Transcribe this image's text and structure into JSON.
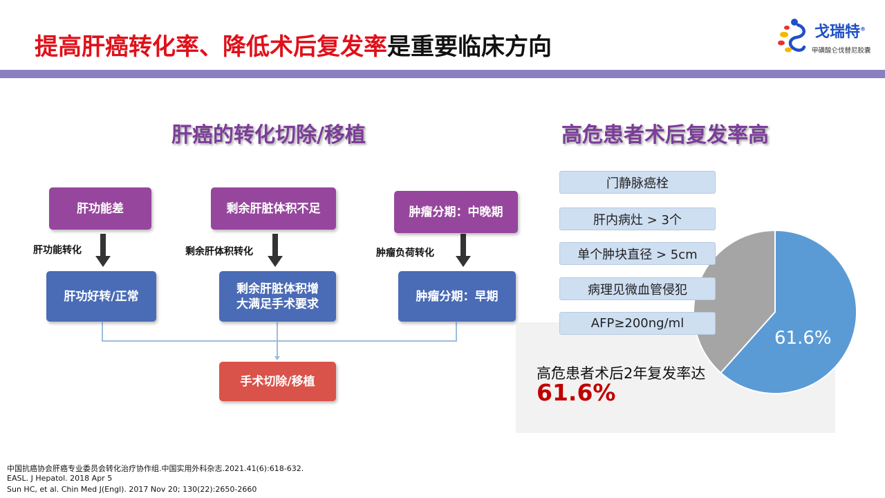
{
  "header": {
    "title_red": "提高肝癌转化率、降低术后复发率",
    "title_black": "是重要临床方向"
  },
  "logo": {
    "name": "戈瑞特",
    "registered": "®",
    "subtitle": "甲磺酸仑伐替尼胶囊"
  },
  "left_section": {
    "heading": "肝癌的转化切除/移植",
    "columns": [
      {
        "problem": "肝功能差",
        "transform_label": "肝功能转化",
        "outcome": "肝功好转/正常"
      },
      {
        "problem": "剩余肝脏体积不足",
        "transform_label": "剩余肝体积转化",
        "outcome": "剩余肝脏体积增大满足手术要求"
      },
      {
        "problem": "肿瘤分期：中晚期",
        "transform_label": "肿瘤负荷转化",
        "outcome": "肿瘤分期：早期"
      }
    ],
    "final": "手术切除/移植",
    "colors": {
      "problem": "#96479d",
      "outcome": "#4a6bb5",
      "final": "#d9534a"
    }
  },
  "right_section": {
    "heading": "高危患者术后复发率高",
    "risk_factors": [
      "门静脉癌栓",
      "肝内病灶 > 3个",
      "单个肿块直径 > 5cm",
      "病理见微血管侵犯",
      "AFP≥200ng/ml"
    ],
    "stat_caption": "高危患者术后2年复发率达",
    "stat_value": "61.6%"
  },
  "chart_data": {
    "type": "pie",
    "slices": [
      {
        "value": 61.6,
        "label": "61.6%",
        "color": "#5b9bd5"
      },
      {
        "value": 38.4,
        "label": "",
        "color": "#a5a5a5"
      }
    ]
  },
  "references": [
    "中国抗癌协会肝癌专业委员会转化治疗协作组.中国实用外科杂志.2021.41(6):618-632.",
    "EASL. J Hepatol. 2018 Apr 5",
    "Sun HC, et al. Chin Med J(Engl). 2017 Nov 20; 130(22):2650-2660"
  ]
}
